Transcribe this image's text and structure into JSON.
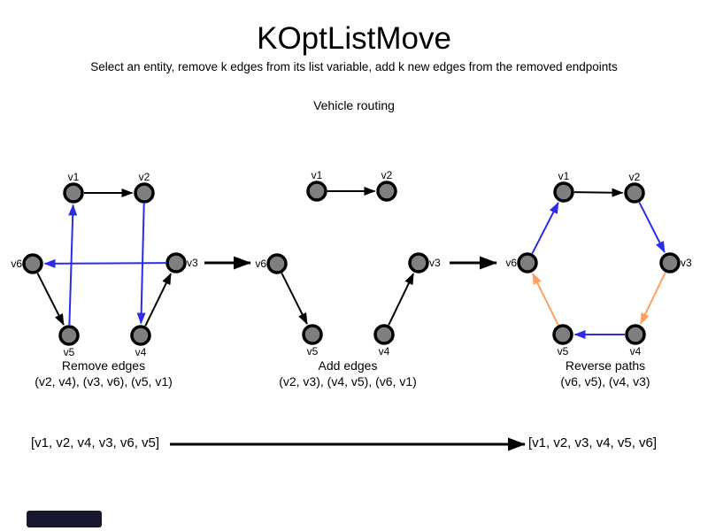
{
  "title": "KOptListMove",
  "subtitle": "Select an entity, remove k edges from its list variable, add k new edges from the removed endpoints",
  "use_case_label": "Vehicle routing",
  "colors": {
    "edge_black": "#000000",
    "edge_blue": "#2b2bee",
    "edge_orange": "#ffa05c",
    "node_fill": "#7f7f7f",
    "node_border": "#000000"
  },
  "graphs": [
    {
      "caption": "Remove edges",
      "detail": "(v2, v4), (v3, v6), (v5, v1)",
      "nodes": [
        "v1",
        "v2",
        "v3",
        "v4",
        "v5",
        "v6"
      ],
      "edges": [
        {
          "from": "v1",
          "to": "v2",
          "color": "black"
        },
        {
          "from": "v6",
          "to": "v5",
          "color": "black"
        },
        {
          "from": "v4",
          "to": "v3",
          "color": "black"
        },
        {
          "from": "v5",
          "to": "v1",
          "color": "blue"
        },
        {
          "from": "v2",
          "to": "v4",
          "color": "blue"
        },
        {
          "from": "v3",
          "to": "v6",
          "color": "blue"
        }
      ]
    },
    {
      "caption": "Add edges",
      "detail": "(v2, v3), (v4, v5), (v6, v1)",
      "nodes": [
        "v1",
        "v2",
        "v3",
        "v4",
        "v5",
        "v6"
      ],
      "edges": [
        {
          "from": "v1",
          "to": "v2",
          "color": "black"
        },
        {
          "from": "v6",
          "to": "v5",
          "color": "black"
        },
        {
          "from": "v4",
          "to": "v3",
          "color": "black"
        }
      ]
    },
    {
      "caption": "Reverse paths",
      "detail": "(v6, v5), (v4, v3)",
      "nodes": [
        "v1",
        "v2",
        "v3",
        "v4",
        "v5",
        "v6"
      ],
      "edges": [
        {
          "from": "v1",
          "to": "v2",
          "color": "black"
        },
        {
          "from": "v2",
          "to": "v3",
          "color": "blue"
        },
        {
          "from": "v3",
          "to": "v4",
          "color": "orange"
        },
        {
          "from": "v4",
          "to": "v5",
          "color": "blue"
        },
        {
          "from": "v5",
          "to": "v6",
          "color": "orange"
        },
        {
          "from": "v6",
          "to": "v1",
          "color": "blue"
        }
      ]
    }
  ],
  "before_list": "[v1, v2, v4, v3, v6, v5]",
  "after_list": "[v1, v2, v3, v4, v5, v6]"
}
